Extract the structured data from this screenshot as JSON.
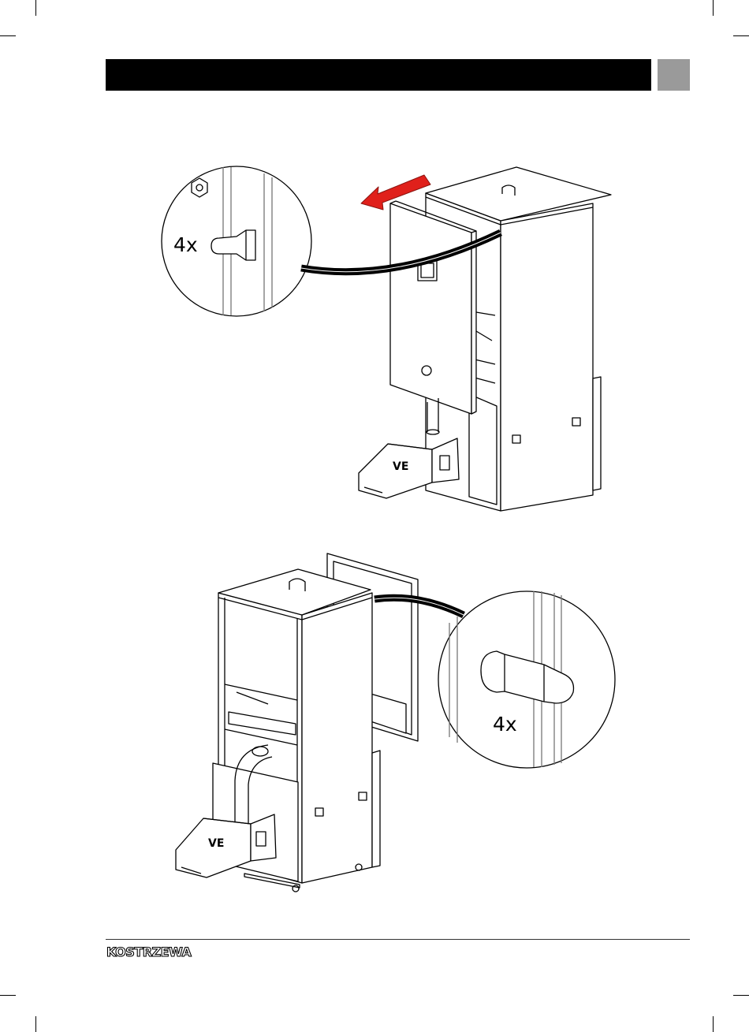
{
  "callouts": {
    "top_count": "4x",
    "bottom_count": "4x"
  },
  "footer": {
    "brand": "KOSTRZEWA"
  },
  "colors": {
    "header_bar": "#000000",
    "page_tab": "#9a9a9a",
    "arrow": "#e0201b"
  },
  "icons": {
    "removal_arrow": "red-arrow-icon"
  }
}
